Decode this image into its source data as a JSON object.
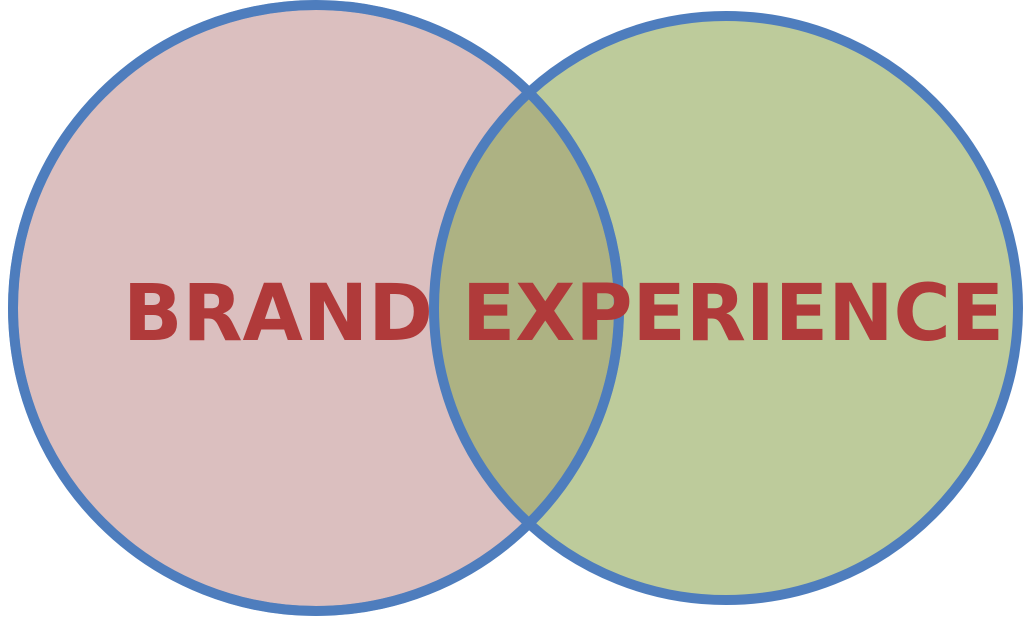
{
  "diagram": {
    "type": "venn",
    "sets": [
      {
        "label": "BRAND",
        "fill": "#dbbfbf"
      },
      {
        "label": "EXPERIENCE",
        "fill": "#bdcb9b"
      }
    ],
    "overlap_fill": "#adb283",
    "outline_color": "#4e7dbd",
    "label_color": "#b03a3a"
  }
}
